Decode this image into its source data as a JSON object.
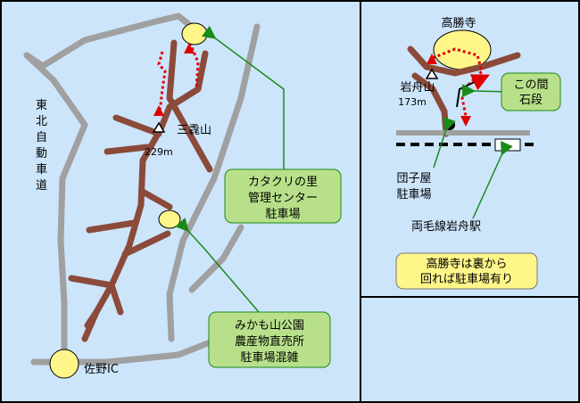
{
  "colors": {
    "background": "#cce5fb",
    "frame": "#000000",
    "highway": "#a0a0a0",
    "trail": "#8b4a3a",
    "route": "#e00000",
    "parking": "#fff68a",
    "note_box": "#b8e08a",
    "pointer": "#1a8a1a",
    "yellow_note": "#fff68a"
  },
  "left_map": {
    "expressway_label": "東北自動車道",
    "mountain_name": "三毳山",
    "mountain_elevation": "229m",
    "interchange_label": "佐野IC",
    "notes": [
      {
        "lines": [
          "カタクリの里",
          "管理センター",
          "駐車場"
        ],
        "icon": "parking-circle"
      },
      {
        "lines": [
          "みかも山公園",
          "農産物直売所",
          "駐車場混雑"
        ],
        "icon": "parking-circle"
      }
    ]
  },
  "right_map": {
    "temple_name": "高勝寺",
    "mountain_name": "岩舟山",
    "mountain_elevation": "173m",
    "stairs_note": [
      "この間",
      "石段"
    ],
    "parking_label": [
      "団子屋",
      "駐車場"
    ],
    "station_label": "両毛線岩舟駅",
    "info_note": [
      "高勝寺は裏から",
      "回れば駐車場有り"
    ],
    "icons": [
      "summit-triangle-icon",
      "parking-dot-icon",
      "station-box-icon",
      "route-arrow-icon"
    ]
  }
}
